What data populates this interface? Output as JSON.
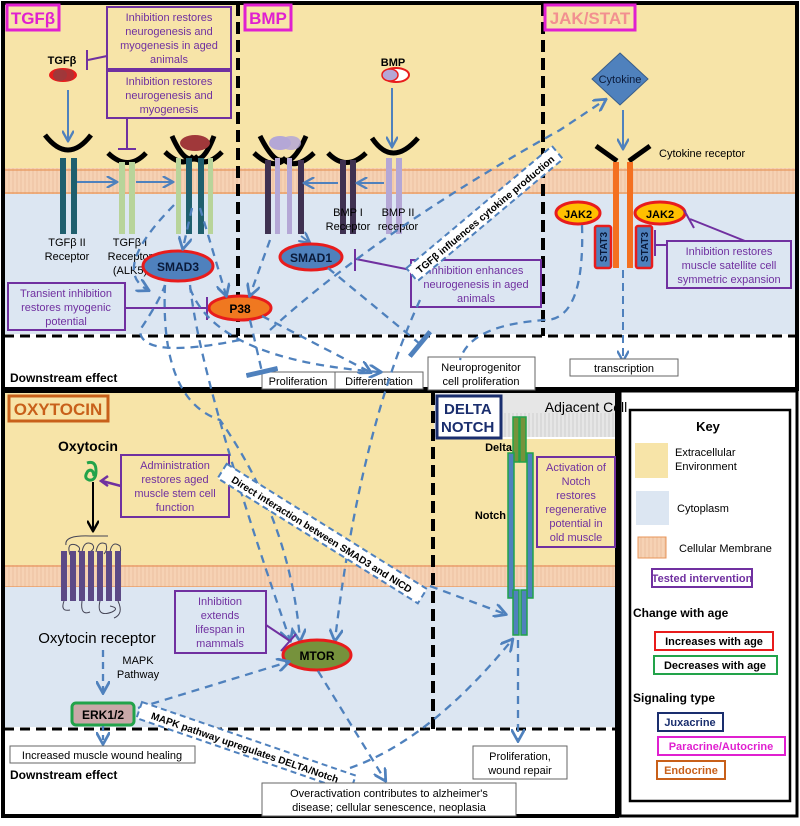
{
  "panels": {
    "tgfb": {
      "title": "TGFβ",
      "title_color": "#e020d0"
    },
    "bmp": {
      "title": "BMP",
      "title_color": "#e020d0"
    },
    "jakstat": {
      "title": "JAK/STAT",
      "title_color": "#f29090",
      "border_color": "#e020d0"
    },
    "oxytocin": {
      "title": "OXYTOCIN",
      "title_color": "#c8601a"
    },
    "deltanotch": {
      "title_line1": "DELTA",
      "title_line2": "NOTCH",
      "title_color": "#1a2e6e"
    }
  },
  "tgfb": {
    "ligand": "TGFβ",
    "receptor2_l1": "TGFβ II",
    "receptor2_l2": "Receptor",
    "receptor1_l1": "TGFβ I",
    "receptor1_l2": "Receptor",
    "receptor1_l3": "(ALK5)",
    "smad3": "SMAD3",
    "p38": "P38",
    "int1": [
      "Inhibition restores",
      "neurogenesis and",
      "myogenesis in aged",
      "animals"
    ],
    "int2": [
      "Inhibition restores",
      "neurogenesis and",
      "myogenesis"
    ],
    "int3": [
      "Transient inhibition",
      "restores myogenic",
      "potential"
    ]
  },
  "bmp": {
    "ligand": "BMP",
    "receptor1_l1": "BMP I",
    "receptor1_l2": "Receptor",
    "receptor2_l1": "BMP II",
    "receptor2_l2": "receptor",
    "smad1": "SMAD1",
    "int1": [
      "Inhibition enhances",
      "neurogenesis in aged",
      "animals"
    ]
  },
  "jakstat": {
    "cytokine": "Cytokine",
    "receptor": "Cytokine receptor",
    "jak2": "JAK2",
    "stat3": "STAT3",
    "int1": [
      "Inhibition restores",
      "muscle satellite cell",
      "symmetric expansion"
    ],
    "outcome": "transcription"
  },
  "top_downstream": {
    "label": "Downstream effect",
    "proliferation": "Proliferation",
    "differentiation": "Differentiation",
    "neuro_l1": "Neuroprogenitor",
    "neuro_l2": "cell proliferation"
  },
  "crosstalk": {
    "tgfb_cytokine": "TGFβ influences cytokine production",
    "smad3_nicd": "Direct interaction between SMAD3 and NICD",
    "mapk_delta": "MAPK pathway upregulates DELTA/Notch"
  },
  "oxytocin": {
    "ligand": "Oxytocin",
    "receptor": "Oxytocin receptor",
    "mapk_l1": "MAPK",
    "mapk_l2": "Pathway",
    "erk": "ERK1/2",
    "mtor": "MTOR",
    "int1": [
      "Administration",
      "restores aged",
      "muscle stem cell",
      "function"
    ],
    "int2": [
      "Inhibition",
      "extends",
      "lifespan in",
      "mammals"
    ],
    "outcome": "Increased muscle wound healing",
    "downstream_label": "Downstream effect",
    "mtor_outcome_l1": "Overactivation contributes to alzheimer's",
    "mtor_outcome_l2": "disease; cellular senescence, neoplasia"
  },
  "deltanotch": {
    "adjacent": "Adjacent Cell",
    "delta": "Delta",
    "notch": "Notch",
    "int1": [
      "Activation of",
      "Notch",
      "restores",
      "regenerative",
      "potential in",
      "old muscle"
    ],
    "outcome_l1": "Proliferation,",
    "outcome_l2": "wound repair"
  },
  "key": {
    "title": "Key",
    "extracellular_l1": "Extracellular",
    "extracellular_l2": "Environment",
    "cytoplasm": "Cytoplasm",
    "membrane": "Cellular Membrane",
    "tested": "Tested intervention",
    "change_heading": "Change with age",
    "increases": "Increases with age",
    "decreases": "Decreases with age",
    "signaling_heading": "Signaling type",
    "juxacrine": "Juxacrine",
    "paracrine": "Paracrine/Autocrine",
    "endocrine": "Endocrine"
  },
  "colors": {
    "extracellular": "#f7e4a8",
    "cytoplasm": "#dce6f2",
    "membrane": "#f6d2b4",
    "membrane_edge": "#e8965a",
    "arrow": "#4f81bd",
    "intervention": "#7030a0",
    "increase": "#e81c1c",
    "decrease": "#22a34a",
    "juxacrine": "#1a2e6e",
    "paracrine": "#e020d0",
    "endocrine": "#c8601a"
  }
}
